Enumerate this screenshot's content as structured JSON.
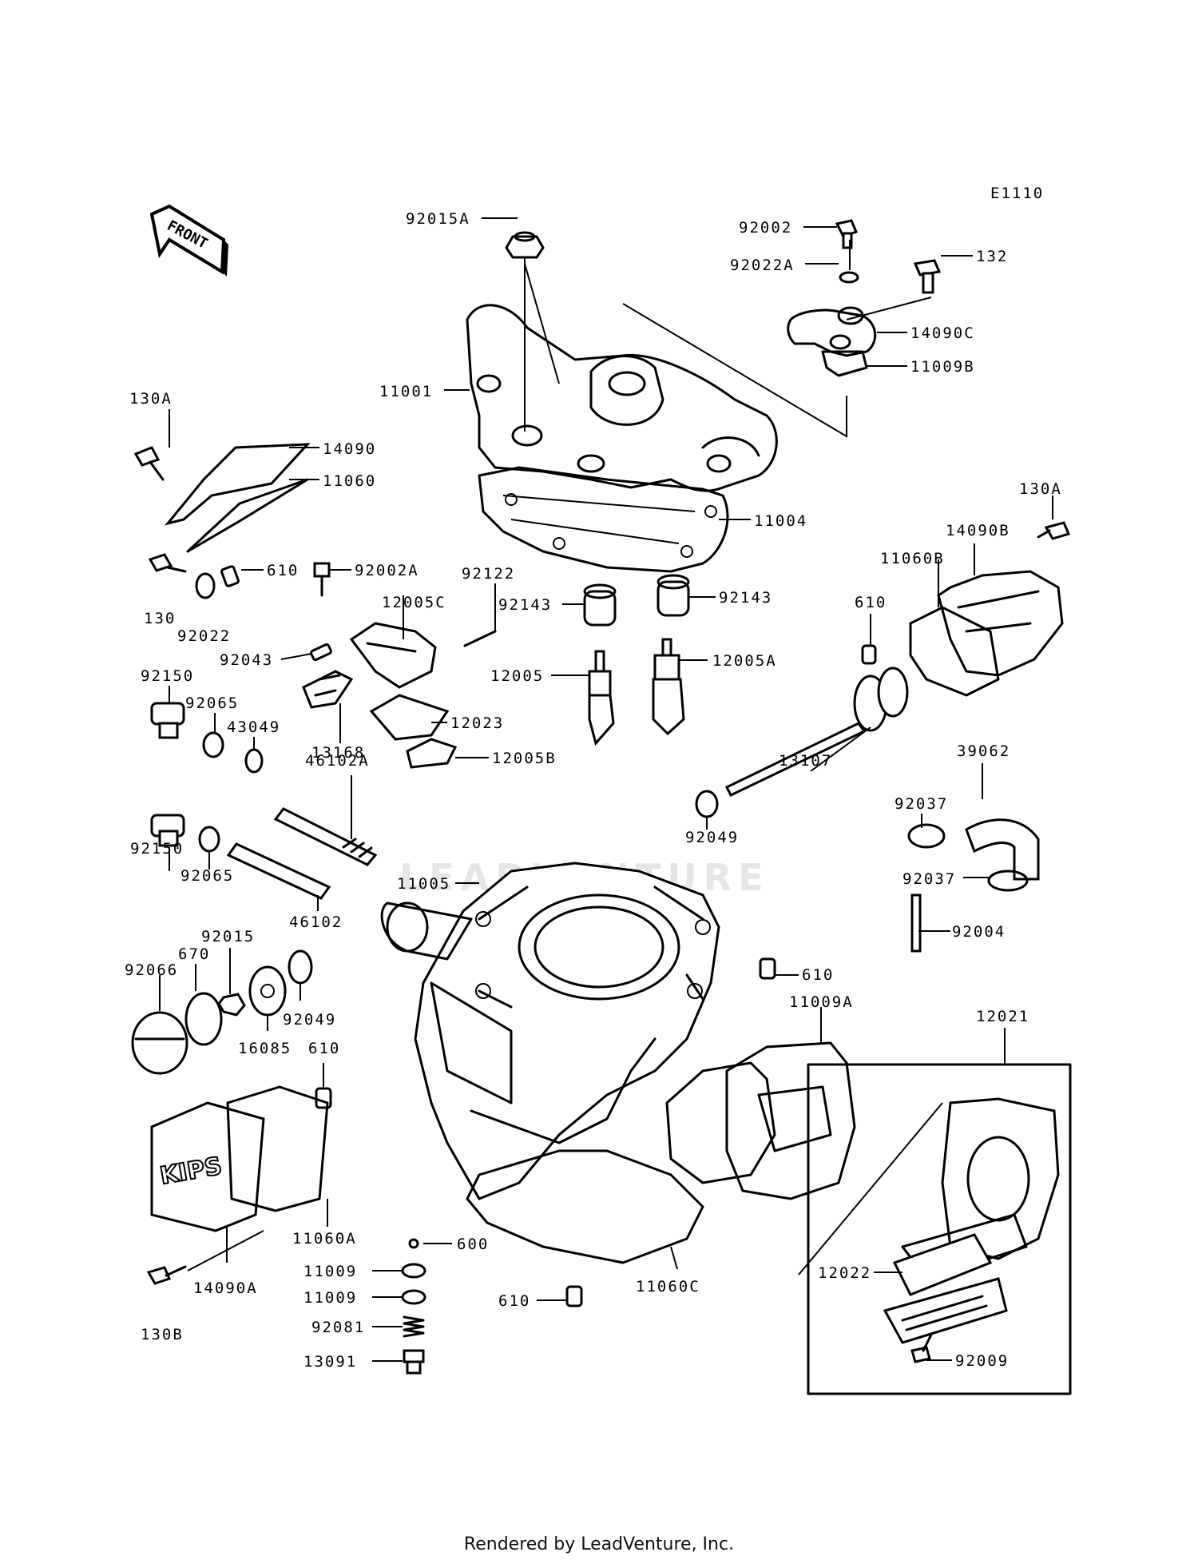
{
  "diagram_code": "E1110",
  "front_arrow_label": "FRONT",
  "watermark_text": "LEADVENTURE",
  "cover_lettering": "KIPS",
  "footer": "Rendered by LeadVenture, Inc.",
  "labels": {
    "l92015A": "92015A",
    "l92002": "92002",
    "l92022A": "92022A",
    "l132": "132",
    "l14090C": "14090C",
    "l11009B": "11009B",
    "l11001": "11001",
    "l130A_left": "130A",
    "l14090": "14090",
    "l11060": "11060",
    "l11004": "11004",
    "l130A_right": "130A",
    "l14090B": "14090B",
    "l11060B": "11060B",
    "l610_a": "610",
    "l130": "130",
    "l92022": "92022",
    "l610_b": "610",
    "l92002A": "92002A",
    "l92122": "92122",
    "l12005C": "12005C",
    "l92143_left": "92143",
    "l92143_right": "92143",
    "l92043": "92043",
    "l12005": "12005",
    "l12005A": "12005A",
    "l92150_top": "92150",
    "l92065_top": "92065",
    "l43049": "43049",
    "l12023": "12023",
    "l13168": "13168",
    "l12005B": "12005B",
    "l39062": "39062",
    "l92037_top": "92037",
    "l46102A": "46102A",
    "l13107": "13107",
    "l92049_mid": "92049",
    "l92150_bottom": "92150",
    "l92065_bottom": "92065",
    "l11005": "11005",
    "l92037_bottom": "92037",
    "l46102": "46102",
    "l92004": "92004",
    "l92015": "92015",
    "l670": "670",
    "l92066": "92066",
    "l610_c": "610",
    "l92049_low": "92049",
    "l16085": "16085",
    "l11009A": "11009A",
    "l12021": "12021",
    "l610_d": "610",
    "l11060A": "11060A",
    "l600": "600",
    "l130B": "130B",
    "l14090A": "14090A",
    "l11009_a": "11009",
    "l11009_b": "11009",
    "l92081": "92081",
    "l13091": "13091",
    "l610_e": "610",
    "l11060C": "11060C",
    "l12022": "12022",
    "l92009": "92009"
  }
}
